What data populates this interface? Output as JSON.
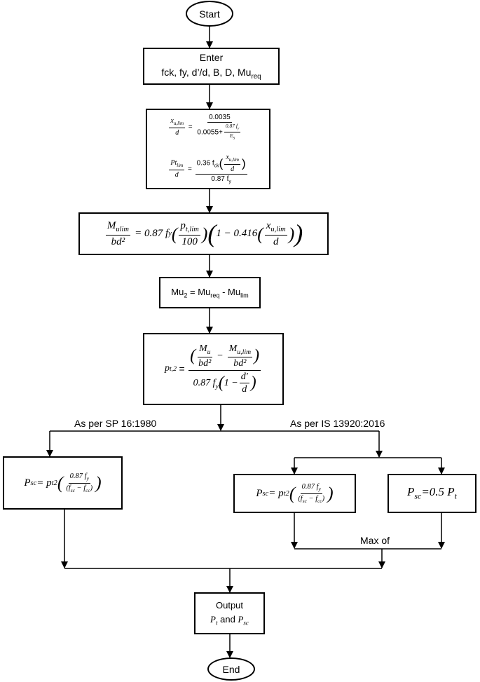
{
  "start": "Start",
  "end": "End",
  "input": {
    "line1": "Enter",
    "line2": "fck, fy, d’/d, B, D, Mu",
    "line2_sub": "req"
  },
  "xu_box": {
    "xu_lhs_num": "x",
    "xu_lhs_num_sub": "u,lim",
    "xu_lhs_den": "d",
    "xu_rhs_num": "0.0035",
    "xu_rhs_den_a": "0.0055+",
    "xu_rhs_den_b_num": "0.87 f",
    "xu_rhs_den_b_num_sub": "y",
    "xu_rhs_den_b_den": "E",
    "xu_rhs_den_b_den_sub": "S",
    "pt_lhs_num": "Pt",
    "pt_lhs_num_sub": "lim",
    "pt_lhs_den": "d",
    "pt_rhs_num_a": "0.36 f",
    "pt_rhs_num_a_sub": "ck",
    "pt_rhs_num_b_num": "x",
    "pt_rhs_num_b_num_sub": "u,lim",
    "pt_rhs_num_b_den": "d",
    "pt_rhs_den": "0.87 f",
    "pt_rhs_den_sub": "y"
  },
  "mulim_box": {
    "lhs_num": "M",
    "lhs_num_sub": "ulim",
    "lhs_den": "bd²",
    "eq": "= 0.87 f",
    "eq_sub": "y",
    "p_num": "p",
    "p_num_sub": "t,lim",
    "p_den": "100",
    "mid": "1 − 0.416",
    "x_num": "x",
    "x_num_sub": "u,lim",
    "x_den": "d"
  },
  "mu2_box": {
    "a": "Mu",
    "a_sub": "2",
    "b": " = Mu",
    "b_sub": "req",
    "c": " - Mu",
    "c_sub": "lim"
  },
  "pt2_box": {
    "lhs": "p",
    "lhs_sub": "t,2",
    "eq": "=",
    "n1_num": "M",
    "n1_num_sub": "u",
    "n1_den": "bd²",
    "minus": "−",
    "n2_num": "M",
    "n2_num_sub": "u,lim",
    "n2_den": "bd²",
    "den_a": "0.87 f",
    "den_a_sub": "y",
    "den_b": "1 −",
    "den_c_num": "d′",
    "den_c_den": "d"
  },
  "labels": {
    "sp16": "As per  SP 16:1980",
    "is13920": "As per IS 13920:2016",
    "max_of": "Max of"
  },
  "psc_formula": {
    "lhs": "P",
    "lhs_sub": "sc",
    "eq": "= p",
    "eq_sub": "t2",
    "f_num": "0.87 f",
    "f_num_sub": "y",
    "f_den_a": "(f",
    "f_den_a_sub": "sc",
    "f_den_b": " − f",
    "f_den_b_sub": "cc",
    "f_den_c": ")"
  },
  "psc_half": {
    "lhs": "P",
    "lhs_sub": "sc",
    "eq": "=0.5 P",
    "eq_sub": "t"
  },
  "output": {
    "line1": "Output",
    "line2_a": "P",
    "line2_a_sub": "t",
    "line2_b": " and ",
    "line2_c": "P",
    "line2_c_sub": "sc"
  }
}
